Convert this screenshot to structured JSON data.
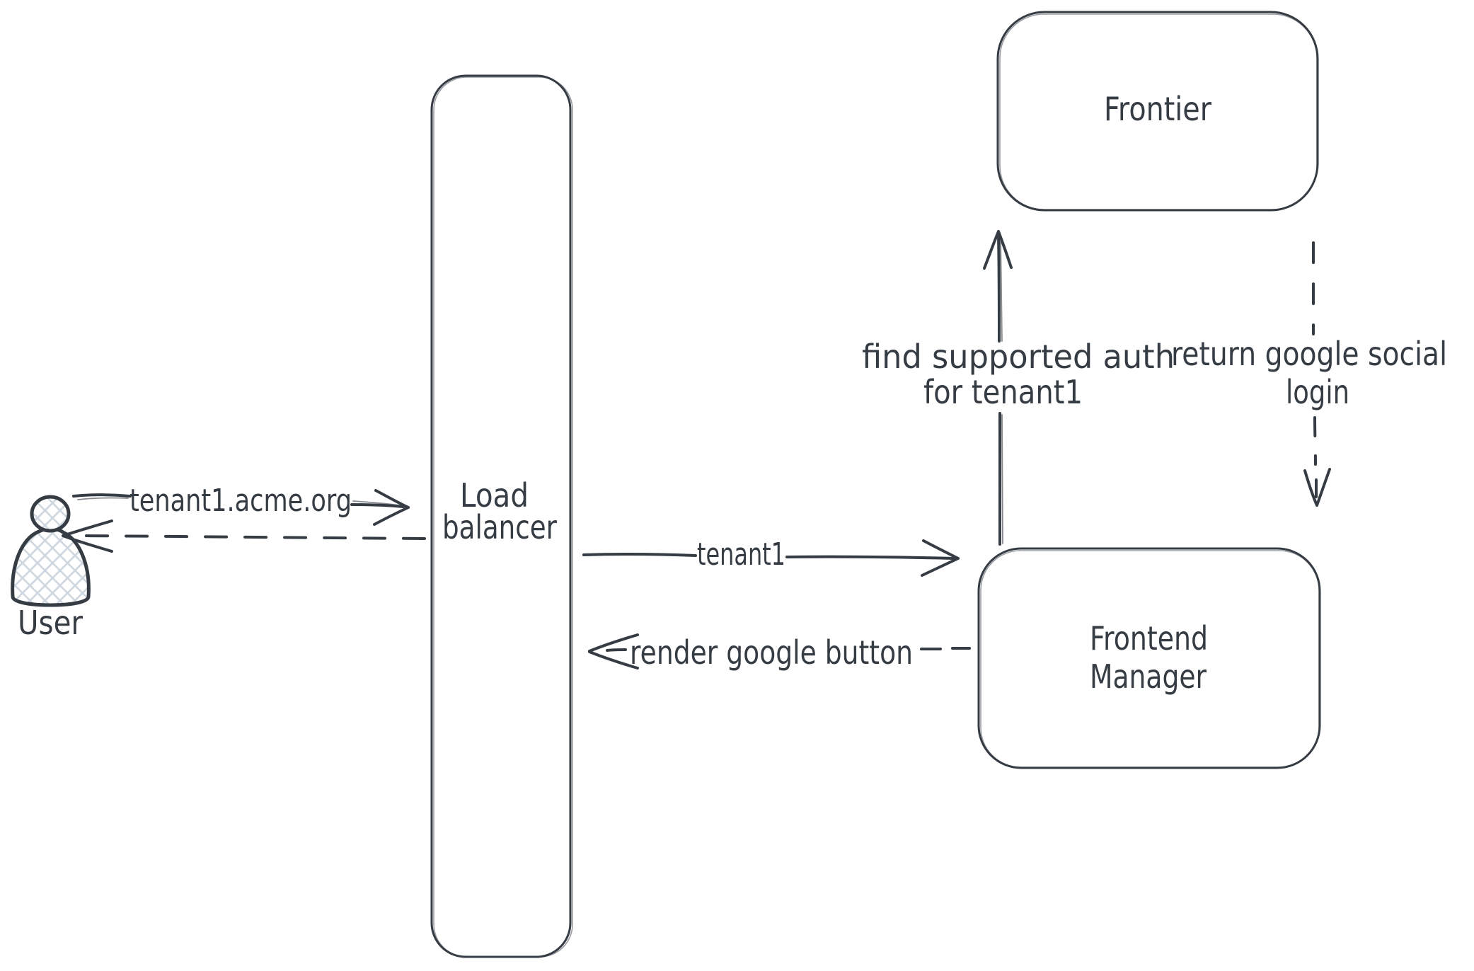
{
  "diagram": {
    "type": "sequence-architecture-sketch",
    "background": "#ffffff",
    "stroke_color": "#363c44",
    "actor_hatch_color": "#cdd6de",
    "nodes": {
      "user": {
        "label": "User",
        "kind": "actor"
      },
      "load_balancer": {
        "label": "Load balancer",
        "label_lines": [
          "Load",
          "balancer"
        ],
        "kind": "box"
      },
      "frontier": {
        "label": "Frontier",
        "kind": "box"
      },
      "frontend_manager": {
        "label": "Frontend Manager",
        "label_lines": [
          "Frontend",
          "Manager"
        ],
        "kind": "box"
      }
    },
    "edges": {
      "user_to_lb": {
        "from": "user",
        "to": "load_balancer",
        "label": "tenant1.acme.org",
        "style": "solid",
        "direction": "right"
      },
      "lb_to_user": {
        "from": "load_balancer",
        "to": "user",
        "label": "",
        "style": "dashed",
        "direction": "left"
      },
      "lb_to_fm": {
        "from": "load_balancer",
        "to": "frontend_manager",
        "label": "tenant1",
        "style": "solid",
        "direction": "right"
      },
      "fm_to_lb": {
        "from": "frontend_manager",
        "to": "load_balancer",
        "label": "render google button",
        "style": "dashed",
        "direction": "left"
      },
      "fm_to_frontier": {
        "from": "frontend_manager",
        "to": "frontier",
        "label_lines": [
          "find supported auth",
          "for tenant1"
        ],
        "style": "solid",
        "direction": "up"
      },
      "frontier_to_fm": {
        "from": "frontier",
        "to": "frontend_manager",
        "label_lines": [
          "return google social",
          "login"
        ],
        "style": "dashed",
        "direction": "down"
      }
    }
  }
}
